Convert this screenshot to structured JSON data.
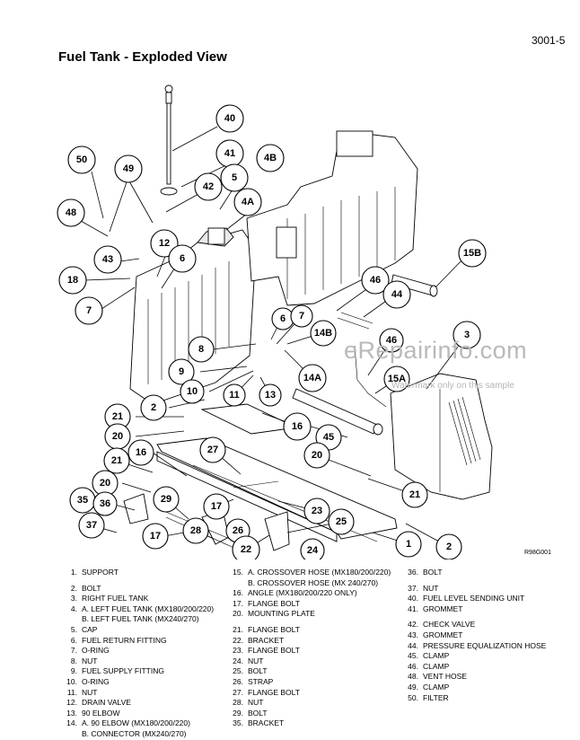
{
  "page": {
    "number": "3001-5",
    "title": "Fuel Tank - Exploded View"
  },
  "figure": {
    "code": "R98G001",
    "callouts": [
      "40",
      "50",
      "41",
      "49",
      "4B",
      "5",
      "42",
      "4A",
      "48",
      "12",
      "43",
      "15B",
      "6",
      "18",
      "46",
      "44",
      "7",
      "6",
      "7",
      "14B",
      "8",
      "3",
      "46",
      "9",
      "15A",
      "14A",
      "10",
      "11",
      "13",
      "2",
      "21",
      "16",
      "20",
      "45",
      "27",
      "16",
      "20",
      "21",
      "21",
      "20",
      "35",
      "36",
      "29",
      "17",
      "23",
      "37",
      "28",
      "26",
      "25",
      "17",
      "1",
      "2",
      "22",
      "24"
    ]
  },
  "watermark": {
    "main": "eRepairinfo.com",
    "sub": "Watermark only on this sample"
  },
  "legend": {
    "col1": [
      {
        "n": "1.",
        "t": [
          "SUPPORT"
        ]
      },
      {
        "n": "2.",
        "t": [
          "BOLT"
        ],
        "gap": true
      },
      {
        "n": "3.",
        "t": [
          "RIGHT FUEL TANK"
        ]
      },
      {
        "n": "4.",
        "t": [
          "A. LEFT FUEL TANK (MX180/200/220)",
          "B. LEFT FUEL TANK (MX240/270)"
        ]
      },
      {
        "n": "5.",
        "t": [
          "CAP"
        ]
      },
      {
        "n": "6.",
        "t": [
          "FUEL RETURN FITTING"
        ]
      },
      {
        "n": "7.",
        "t": [
          "O-RING"
        ]
      },
      {
        "n": "8.",
        "t": [
          "NUT"
        ]
      },
      {
        "n": "9.",
        "t": [
          "FUEL SUPPLY FITTING"
        ]
      },
      {
        "n": "10.",
        "t": [
          "O-RING"
        ]
      },
      {
        "n": "11.",
        "t": [
          "NUT"
        ]
      },
      {
        "n": "12.",
        "t": [
          "DRAIN VALVE"
        ]
      },
      {
        "n": "13.",
        "t": [
          "90 ELBOW"
        ]
      },
      {
        "n": "14.",
        "t": [
          "A. 90 ELBOW (MX180/200/220)",
          "B. CONNECTOR (MX240/270)"
        ]
      }
    ],
    "col2": [
      {
        "n": "15.",
        "t": [
          "A. CROSSOVER HOSE (MX180/200/220)",
          "B. CROSSOVER HOSE (MX 240/270)"
        ]
      },
      {
        "n": "16.",
        "t": [
          "ANGLE (MX180/200/220 ONLY)"
        ]
      },
      {
        "n": "17.",
        "t": [
          "FLANGE BOLT"
        ]
      },
      {
        "n": "20.",
        "t": [
          "MOUNTING PLATE"
        ]
      },
      {
        "n": "21.",
        "t": [
          "FLANGE BOLT"
        ],
        "gap": true
      },
      {
        "n": "22.",
        "t": [
          "BRACKET"
        ]
      },
      {
        "n": "23.",
        "t": [
          "FLANGE BOLT"
        ]
      },
      {
        "n": "24.",
        "t": [
          "NUT"
        ]
      },
      {
        "n": "25.",
        "t": [
          "BOLT"
        ]
      },
      {
        "n": "26.",
        "t": [
          "STRAP"
        ]
      },
      {
        "n": "27.",
        "t": [
          "FLANGE BOLT"
        ]
      },
      {
        "n": "28.",
        "t": [
          "NUT"
        ]
      },
      {
        "n": "29.",
        "t": [
          "BOLT"
        ]
      },
      {
        "n": "35.",
        "t": [
          "BRACKET"
        ]
      }
    ],
    "col3": [
      {
        "n": "36.",
        "t": [
          "BOLT"
        ]
      },
      {
        "n": "37.",
        "t": [
          "NUT"
        ],
        "gap": true
      },
      {
        "n": "40.",
        "t": [
          "FUEL LEVEL SENDING UNIT"
        ]
      },
      {
        "n": "41.",
        "t": [
          "GROMMET"
        ]
      },
      {
        "n": "42.",
        "t": [
          "CHECK VALVE"
        ],
        "gap": true
      },
      {
        "n": "43.",
        "t": [
          "GROMMET"
        ]
      },
      {
        "n": "44.",
        "t": [
          "PRESSURE EQUALIZATION HOSE"
        ]
      },
      {
        "n": "45.",
        "t": [
          "CLAMP"
        ]
      },
      {
        "n": "46.",
        "t": [
          "CLAMP"
        ]
      },
      {
        "n": "48.",
        "t": [
          "VENT HOSE"
        ]
      },
      {
        "n": "49.",
        "t": [
          "CLAMP"
        ]
      },
      {
        "n": "50.",
        "t": [
          "FILTER"
        ]
      }
    ]
  }
}
